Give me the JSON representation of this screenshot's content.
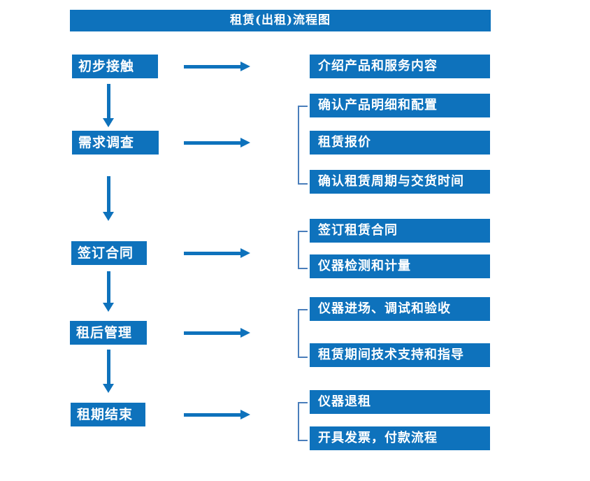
{
  "title": "租赁(出租)流程图",
  "colors": {
    "primary": "#0E72BC",
    "bracket": "#4A7EBB"
  },
  "steps": [
    {
      "label": "初步接触",
      "details": [
        "介绍产品和服务内容"
      ]
    },
    {
      "label": "需求调查",
      "details": [
        "确认产品明细和配置",
        "租赁报价",
        "确认租赁周期与交货时间"
      ]
    },
    {
      "label": "签订合同",
      "details": [
        "签订租赁合同",
        "仪器检测和计量"
      ]
    },
    {
      "label": "租后管理",
      "details": [
        "仪器进场、调试和验收",
        "租赁期间技术支持和指导"
      ]
    },
    {
      "label": "租期结束",
      "details": [
        "仪器退租",
        "开具发票，付款流程"
      ]
    }
  ]
}
